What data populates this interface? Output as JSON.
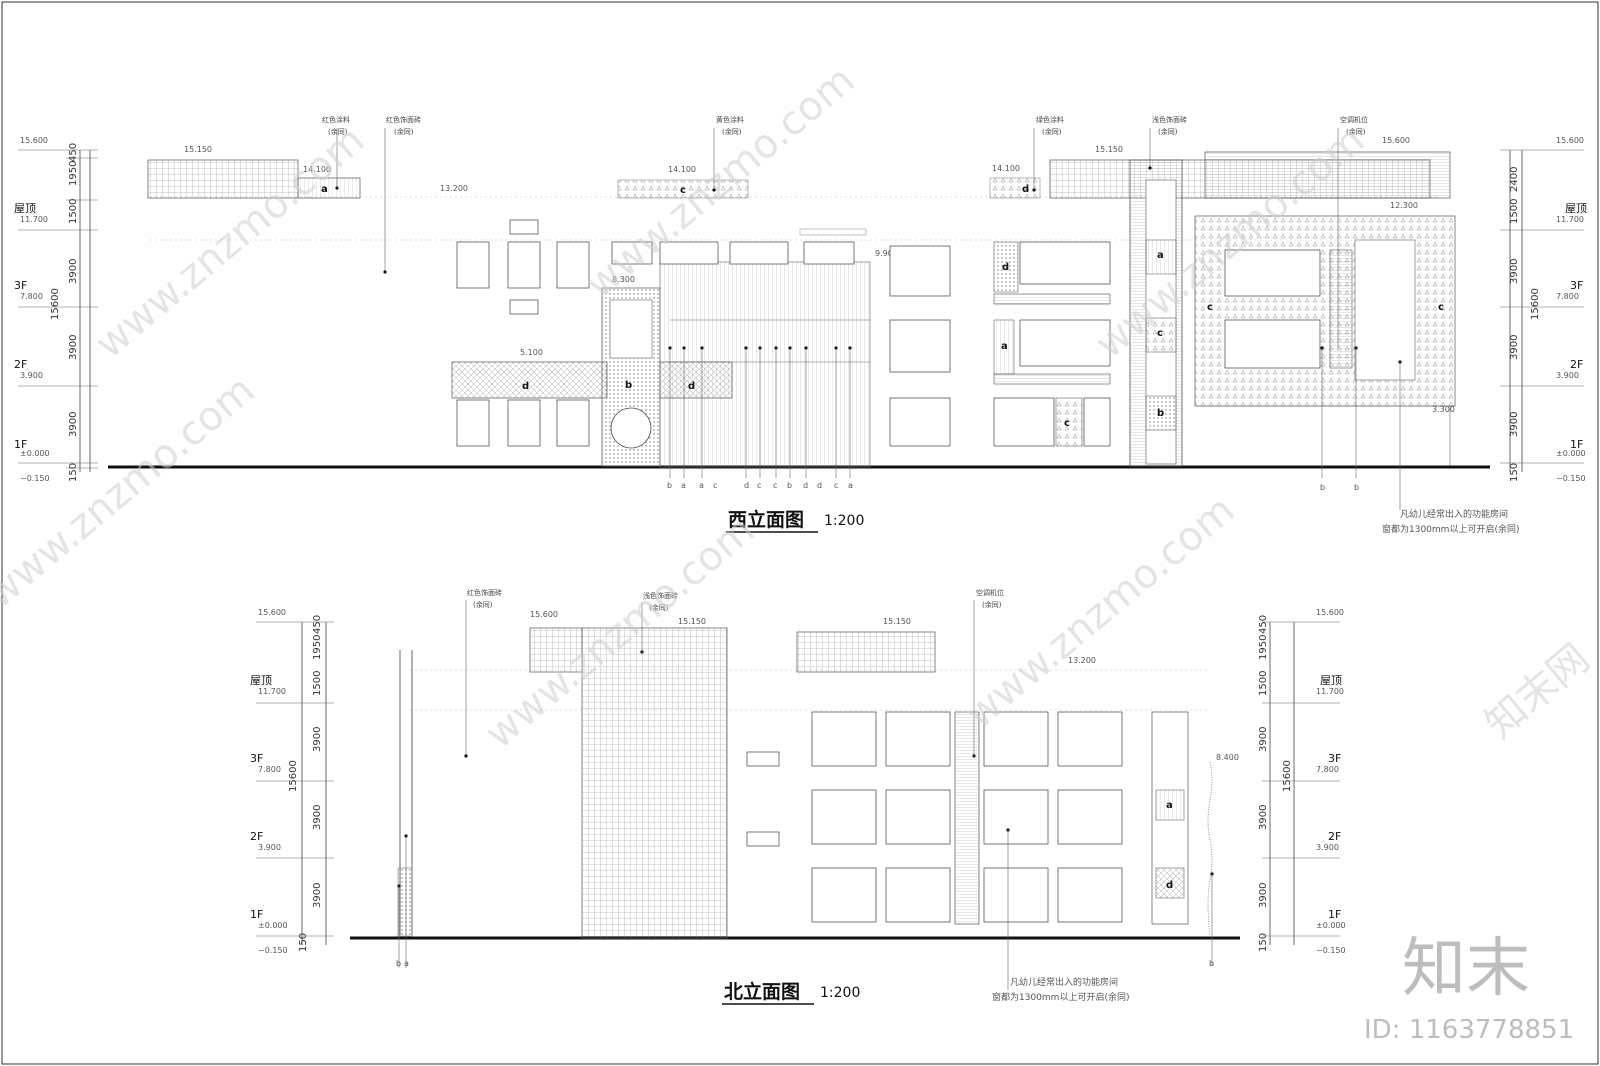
{
  "drawings": [
    {
      "id": "west",
      "title": "西立面图",
      "scale": "1:200",
      "levels": {
        "roof": "屋顶",
        "f3": "3F",
        "f2": "2F",
        "f1": "1F"
      },
      "elevations": {
        "top": "15.600",
        "roof": "11.700",
        "f3": "7.800",
        "f2": "3.900",
        "f1": "±0.000",
        "ground": "−0.150"
      },
      "dims_left": [
        "450",
        "1950",
        "1500",
        "3900",
        "3900",
        "3900",
        "150"
      ],
      "dims_right": [
        "2400",
        "1500",
        "3900",
        "3900",
        "3900",
        "150"
      ],
      "total": "15600",
      "inner_elevations": [
        "15.150",
        "14.100",
        "13.200",
        "14.100",
        "9.900",
        "8.300",
        "5.100",
        "14.100",
        "15.150",
        "15.600",
        "12.300",
        "3.300"
      ],
      "callouts": [
        {
          "text": "红色涂料",
          "sub": "(余同)"
        },
        {
          "text": "红色饰面砖",
          "sub": "(余同)"
        },
        {
          "text": "黄色涂料",
          "sub": "(余同)"
        },
        {
          "text": "绿色涂料",
          "sub": "(余同)"
        },
        {
          "text": "浅色饰面砖",
          "sub": "(余同)"
        },
        {
          "text": "空调机位",
          "sub": "(余同)"
        }
      ],
      "materials": [
        "a",
        "c",
        "d",
        "d",
        "b",
        "d",
        "d",
        "a",
        "a",
        "c",
        "b",
        "c",
        "c",
        "c"
      ],
      "bottom_marks": [
        "b",
        "a",
        "a",
        "c",
        "d",
        "c",
        "c",
        "b",
        "d",
        "d",
        "c",
        "a",
        "b",
        "b"
      ],
      "footnote": [
        "凡幼儿经常出入的功能房间",
        "窗都为1300mm以上可开启(余同)"
      ]
    },
    {
      "id": "north",
      "title": "北立面图",
      "scale": "1:200",
      "levels": {
        "roof": "屋顶",
        "f3": "3F",
        "f2": "2F",
        "f1": "1F"
      },
      "elevations": {
        "top": "15.600",
        "roof": "11.700",
        "f3": "7.800",
        "f2": "3.900",
        "f1": "±0.000",
        "ground": "−0.150"
      },
      "dims_left": [
        "450",
        "1950",
        "1500",
        "3900",
        "3900",
        "3900",
        "150"
      ],
      "dims_right": [
        "450",
        "1950",
        "1500",
        "3900",
        "3900",
        "3900",
        "150"
      ],
      "total": "15600",
      "inner_elevations": [
        "15.600",
        "15.150",
        "15.150",
        "13.200",
        "8.400"
      ],
      "callouts": [
        {
          "text": "红色饰面砖",
          "sub": "(余同)"
        },
        {
          "text": "浅色饰面砖",
          "sub": "(余同)"
        },
        {
          "text": "空调机位",
          "sub": "(余同)"
        }
      ],
      "materials": [
        "a",
        "d"
      ],
      "bottom_marks": [
        "b",
        "a",
        "b"
      ],
      "footnote": [
        "凡幼儿经常出入的功能房间",
        "窗都为1300mm以上可开启(余同)"
      ]
    }
  ],
  "watermark": {
    "site": "www.znzmo.com",
    "brand_cn": "知末网",
    "brand_logo": "知末",
    "id_label": "ID: 1163778851"
  },
  "colors": {
    "line": "#444444",
    "watermark": "#cfcfcf"
  }
}
